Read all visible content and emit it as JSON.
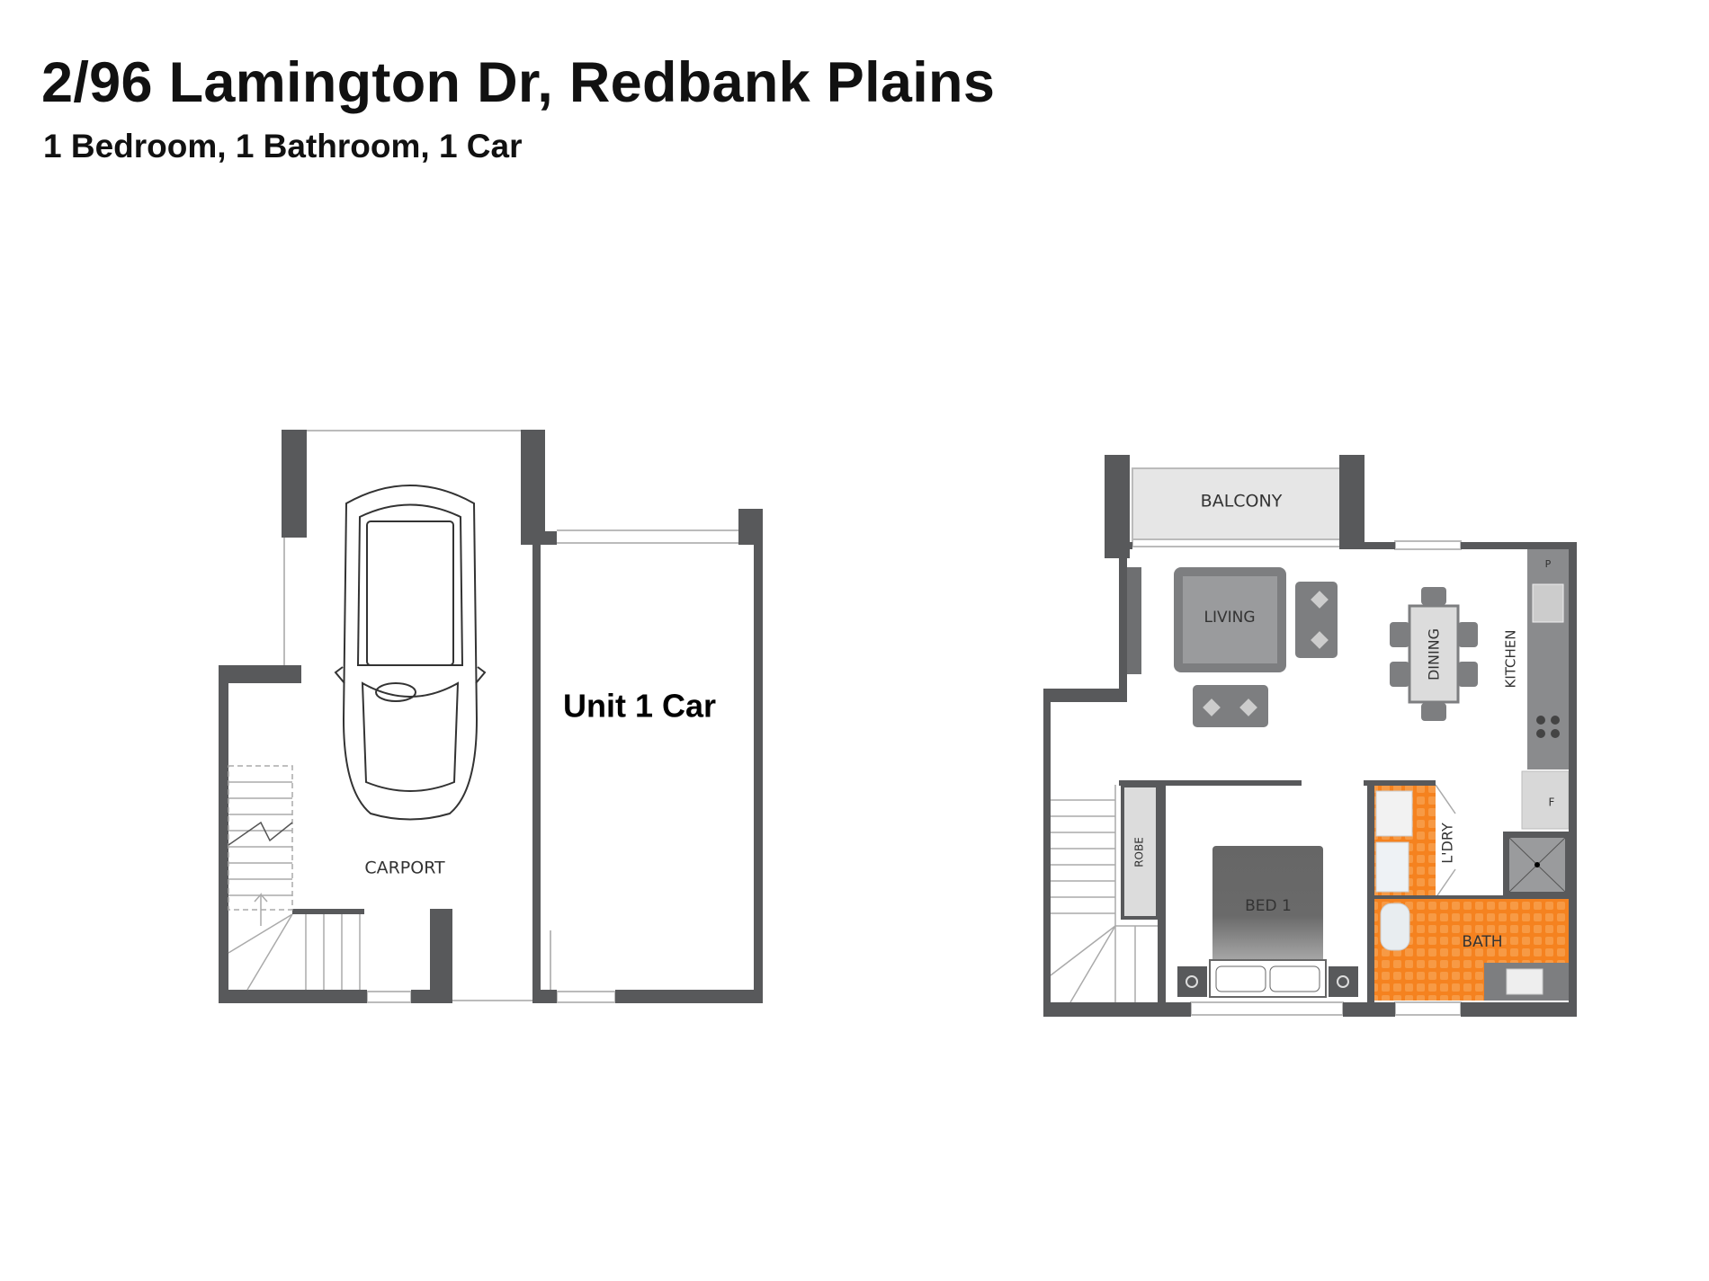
{
  "header": {
    "title": "2/96 Lamington Dr, Redbank Plains",
    "subtitle": "1 Bedroom, 1 Bathroom, 1 Car"
  },
  "ground_floor": {
    "carport_label": "CARPORT",
    "garage_label": "Unit 1 Car"
  },
  "upper_floor": {
    "balcony_label": "BALCONY",
    "living_label": "LIVING",
    "dining_label": "DINING",
    "kitchen_label": "KITCHEN",
    "laundry_label": "L'DRY",
    "bath_label": "BATH",
    "bed_label": "BED 1",
    "robe_label": "ROBE",
    "pantry_label": "P",
    "fridge_label": "F"
  },
  "colors": {
    "wall": "#58595b",
    "wet_area": "#f5821f",
    "furniture": "#7d7e80"
  }
}
